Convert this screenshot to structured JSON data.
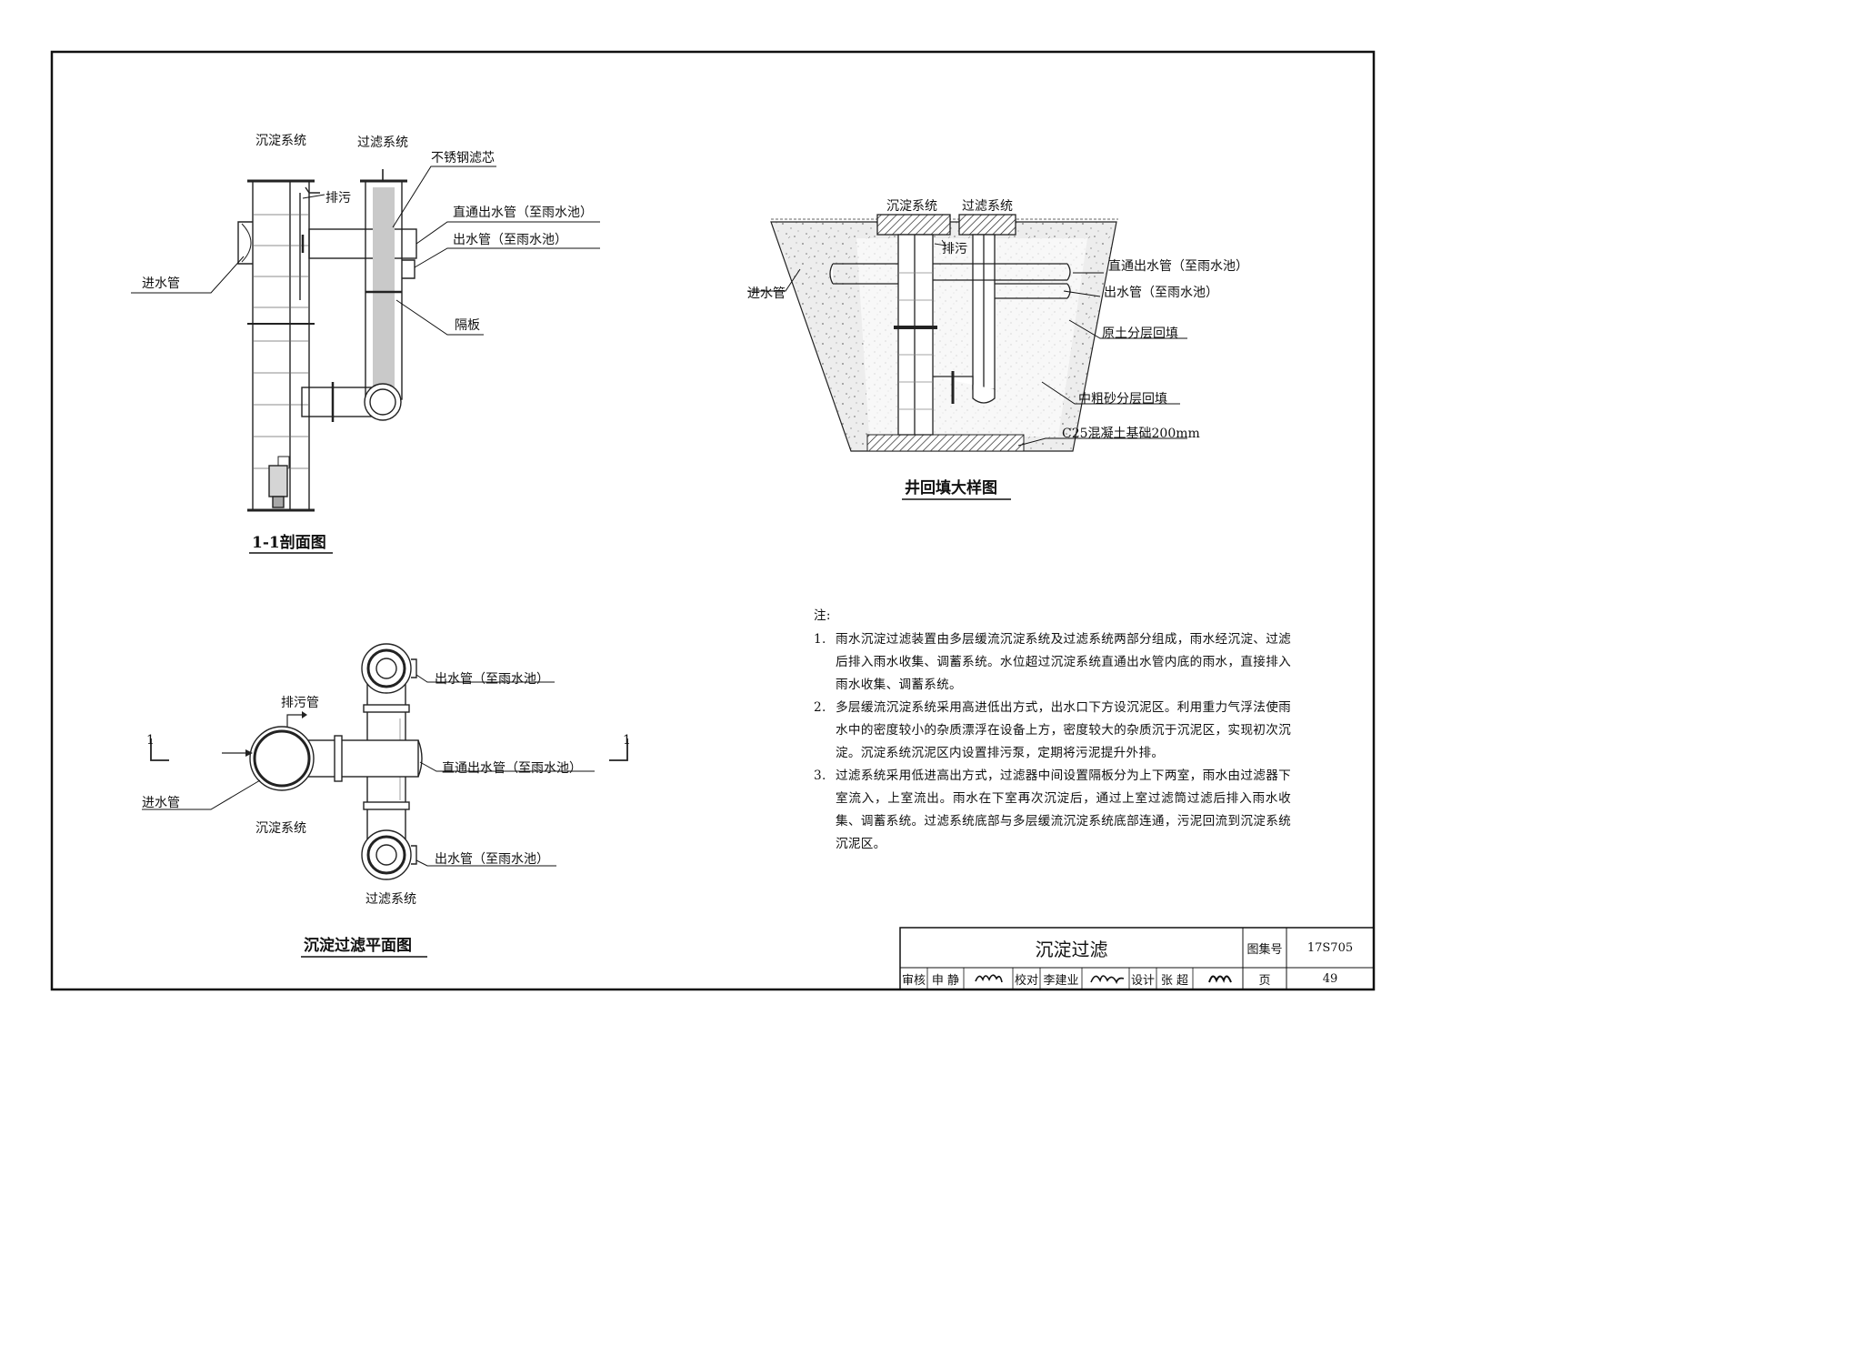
{
  "section_view": {
    "title": "1-1剖面图",
    "label_sedimentation": "沉淀系统",
    "label_filtration": "过滤系统",
    "label_filter_core": "不锈钢滤芯",
    "label_drain": "排污",
    "label_direct_outlet": "直通出水管（至雨水池）",
    "label_outlet": "出水管（至雨水池）",
    "label_inlet": "进水管",
    "label_partition": "隔板"
  },
  "backfill_detail": {
    "title": "井回填大样图",
    "label_sedimentation": "沉淀系统",
    "label_filtration": "过滤系统",
    "label_drain": "排污",
    "label_inlet": "进水管",
    "label_direct_outlet": "直通出水管（至雨水池）",
    "label_outlet": "出水管（至雨水池）",
    "label_native_soil": "原土分层回填",
    "label_sand": "中粗砂分层回填",
    "label_concrete": "C25混凝土基础200mm"
  },
  "plan_view": {
    "title": "沉淀过滤平面图",
    "label_outlet_top": "出水管（至雨水池）",
    "label_drain_pipe": "排污管",
    "label_direct_outlet": "直通出水管（至雨水池）",
    "label_inlet": "进水管",
    "label_sedimentation": "沉淀系统",
    "label_outlet_bottom": "出水管（至雨水池）",
    "label_filtration": "过滤系统",
    "section_mark_left": "1",
    "section_mark_right": "1"
  },
  "notes": {
    "heading": "注:",
    "items": [
      {
        "num": "1.",
        "text": "雨水沉淀过滤装置由多层缓流沉淀系统及过滤系统两部分组成，雨水经沉淀、过滤后排入雨水收集、调蓄系统。水位超过沉淀系统直通出水管内底的雨水，直接排入雨水收集、调蓄系统。"
      },
      {
        "num": "2.",
        "text": "多层缓流沉淀系统采用高进低出方式，出水口下方设沉泥区。利用重力气浮法使雨水中的密度较小的杂质漂浮在设备上方，密度较大的杂质沉于沉泥区，实现初次沉淀。沉淀系统沉泥区内设置排污泵，定期将污泥提升外排。"
      },
      {
        "num": "3.",
        "text": "过滤系统采用低进高出方式，过滤器中间设置隔板分为上下两室，雨水由过滤器下室流入，上室流出。雨水在下室再次沉淀后，通过上室过滤筒过滤后排入雨水收集、调蓄系统。过滤系统底部与多层缓流沉淀系统底部连通，污泥回流到沉淀系统沉泥区。"
      }
    ]
  },
  "title_block": {
    "drawing_title": "沉淀过滤",
    "atlas_label": "图集号",
    "atlas_no": "17S705",
    "review_label": "审核",
    "reviewer": "申 静",
    "check_label": "校对",
    "checker": "李建业",
    "design_label": "设计",
    "designer": "张 超",
    "page_label": "页",
    "page_no": "49"
  }
}
